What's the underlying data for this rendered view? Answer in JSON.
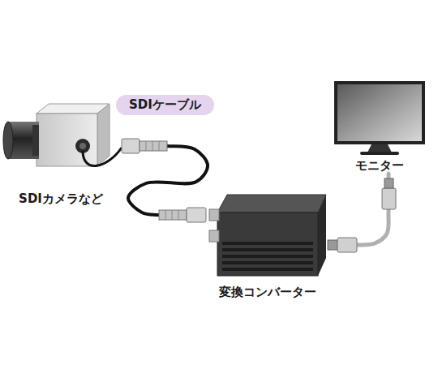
{
  "diagram": {
    "nodes": [
      {
        "text": [
          "SDIカメラなど"
        ]
      },
      {
        "text": [
          "変換コンバーター"
        ]
      },
      {
        "text": [
          "モニター"
        ]
      }
    ],
    "edges": [
      {
        "from": 0,
        "to": 1,
        "arrow": "none",
        "label": "SDIケーブル"
      },
      {
        "from": 1,
        "to": 2,
        "arrow": "none"
      }
    ]
  }
}
